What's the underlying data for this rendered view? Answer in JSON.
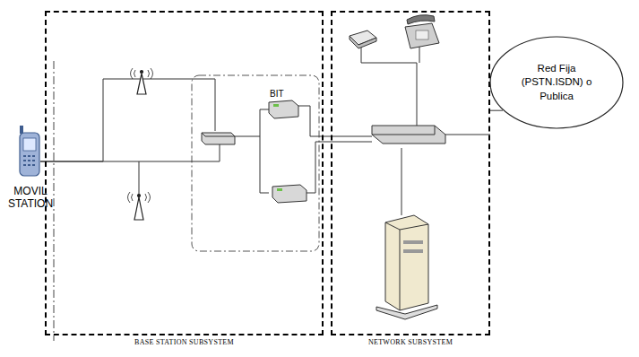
{
  "diagram": {
    "nodes": [
      {
        "text": [
          "BASE STATION SUBSYSTEM"
        ]
      },
      {
        "text": [
          "NETWORK SUBSYSTEM"
        ]
      },
      {
        "text": [
          "Red Fija (PSTN.ISDN) o Publica"
        ]
      }
    ],
    "edges": [
      {
        "from": 1,
        "to": 2,
        "arrow": "none"
      }
    ],
    "labels": [
      "MOVIL STATION",
      "BIT"
    ]
  }
}
